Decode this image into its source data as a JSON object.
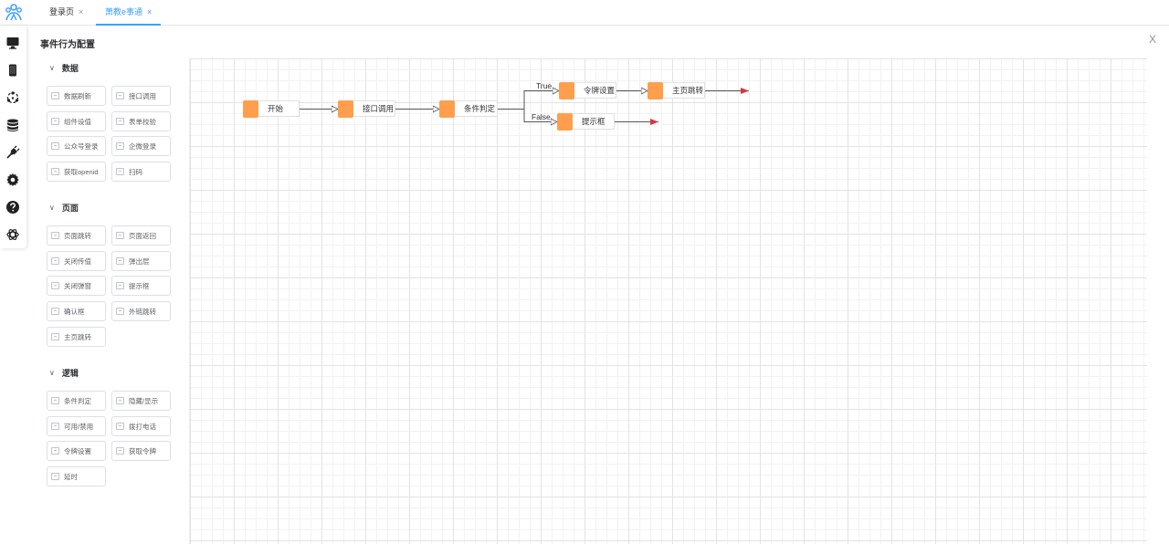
{
  "tabs": [
    {
      "label": "登录页",
      "close": "×"
    },
    {
      "label": "萧教e事通",
      "close": "×"
    }
  ],
  "panel": {
    "title": "事件行为配置",
    "close": "X"
  },
  "sections": [
    {
      "title": "数据",
      "chevron": "∨",
      "items": [
        "数据刷新",
        "接口调用",
        "组件设值",
        "表单校验",
        "公众号登录",
        "企微登录",
        "获取openid",
        "扫码"
      ]
    },
    {
      "title": "页面",
      "chevron": "∨",
      "items": [
        "页面跳转",
        "页面返回",
        "关闭传值",
        "弹出层",
        "关闭弹窗",
        "提示框",
        "确认框",
        "外链跳转",
        "主页跳转"
      ]
    },
    {
      "title": "逻辑",
      "chevron": "∨",
      "items": [
        "条件判定",
        "隐藏/显示",
        "可用/禁用",
        "拨打电话",
        "令牌设置",
        "获取令牌",
        "延时"
      ]
    }
  ],
  "rail_icons": [
    "desktop-icon",
    "mobile-icon",
    "network-icon",
    "database-icon",
    "plug-icon",
    "gear-icon",
    "help-icon",
    "openai-icon"
  ],
  "flow": {
    "nodes": [
      {
        "id": "start",
        "label": "开始"
      },
      {
        "id": "api",
        "label": "接口调用"
      },
      {
        "id": "cond",
        "label": "条件判定"
      },
      {
        "id": "token",
        "label": "令牌设置"
      },
      {
        "id": "home",
        "label": "主页跳转"
      },
      {
        "id": "tip",
        "label": "提示框"
      }
    ],
    "edge_labels": {
      "true": "True",
      "false": "False"
    }
  },
  "colors": {
    "accent": "#409eff",
    "node": "#ff9f4d",
    "arrow": "#d9363e"
  }
}
